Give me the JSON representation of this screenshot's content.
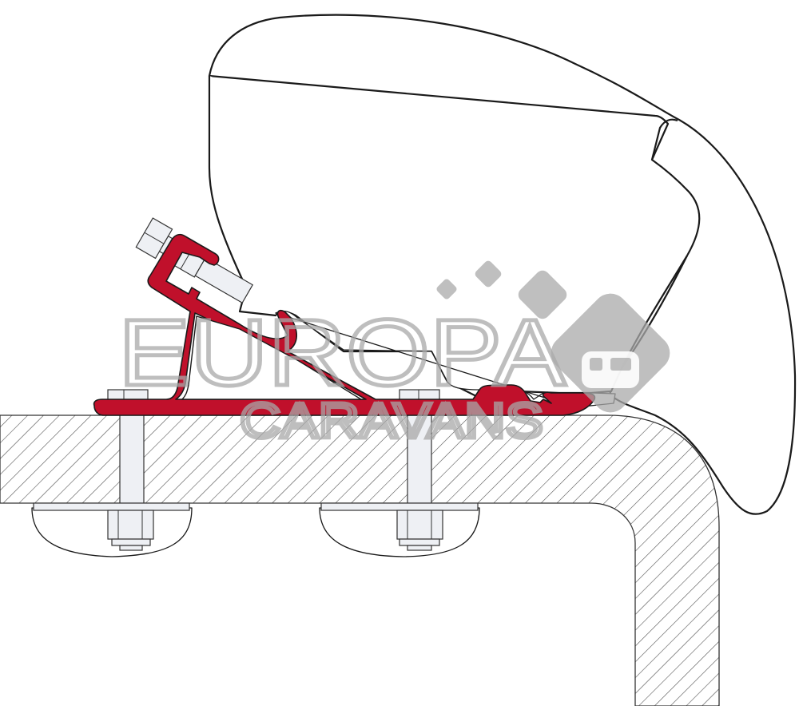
{
  "diagram": {
    "subject": "Awning mounting adapter cross-section",
    "components": [
      {
        "id": "awning-cassette",
        "label": "Awning cassette profile"
      },
      {
        "id": "mounting-bracket",
        "label": "Mounting bracket (red)"
      },
      {
        "id": "upper-bolt",
        "label": "Clamping bolt"
      },
      {
        "id": "wall-section",
        "label": "Hatched vehicle wall / roof section"
      },
      {
        "id": "fixing-bolt-left",
        "label": "Fixing bolt with plate and nut"
      },
      {
        "id": "fixing-bolt-right",
        "label": "Fixing bolt with plate and nut"
      }
    ],
    "colors": {
      "bracket": "#c0102b",
      "outline": "#1a1a1a",
      "metal": "#eef0f4",
      "watermark": "#a9a9a9"
    }
  },
  "watermark": {
    "line1": "EUROPA",
    "line2": "CARAVANS"
  }
}
